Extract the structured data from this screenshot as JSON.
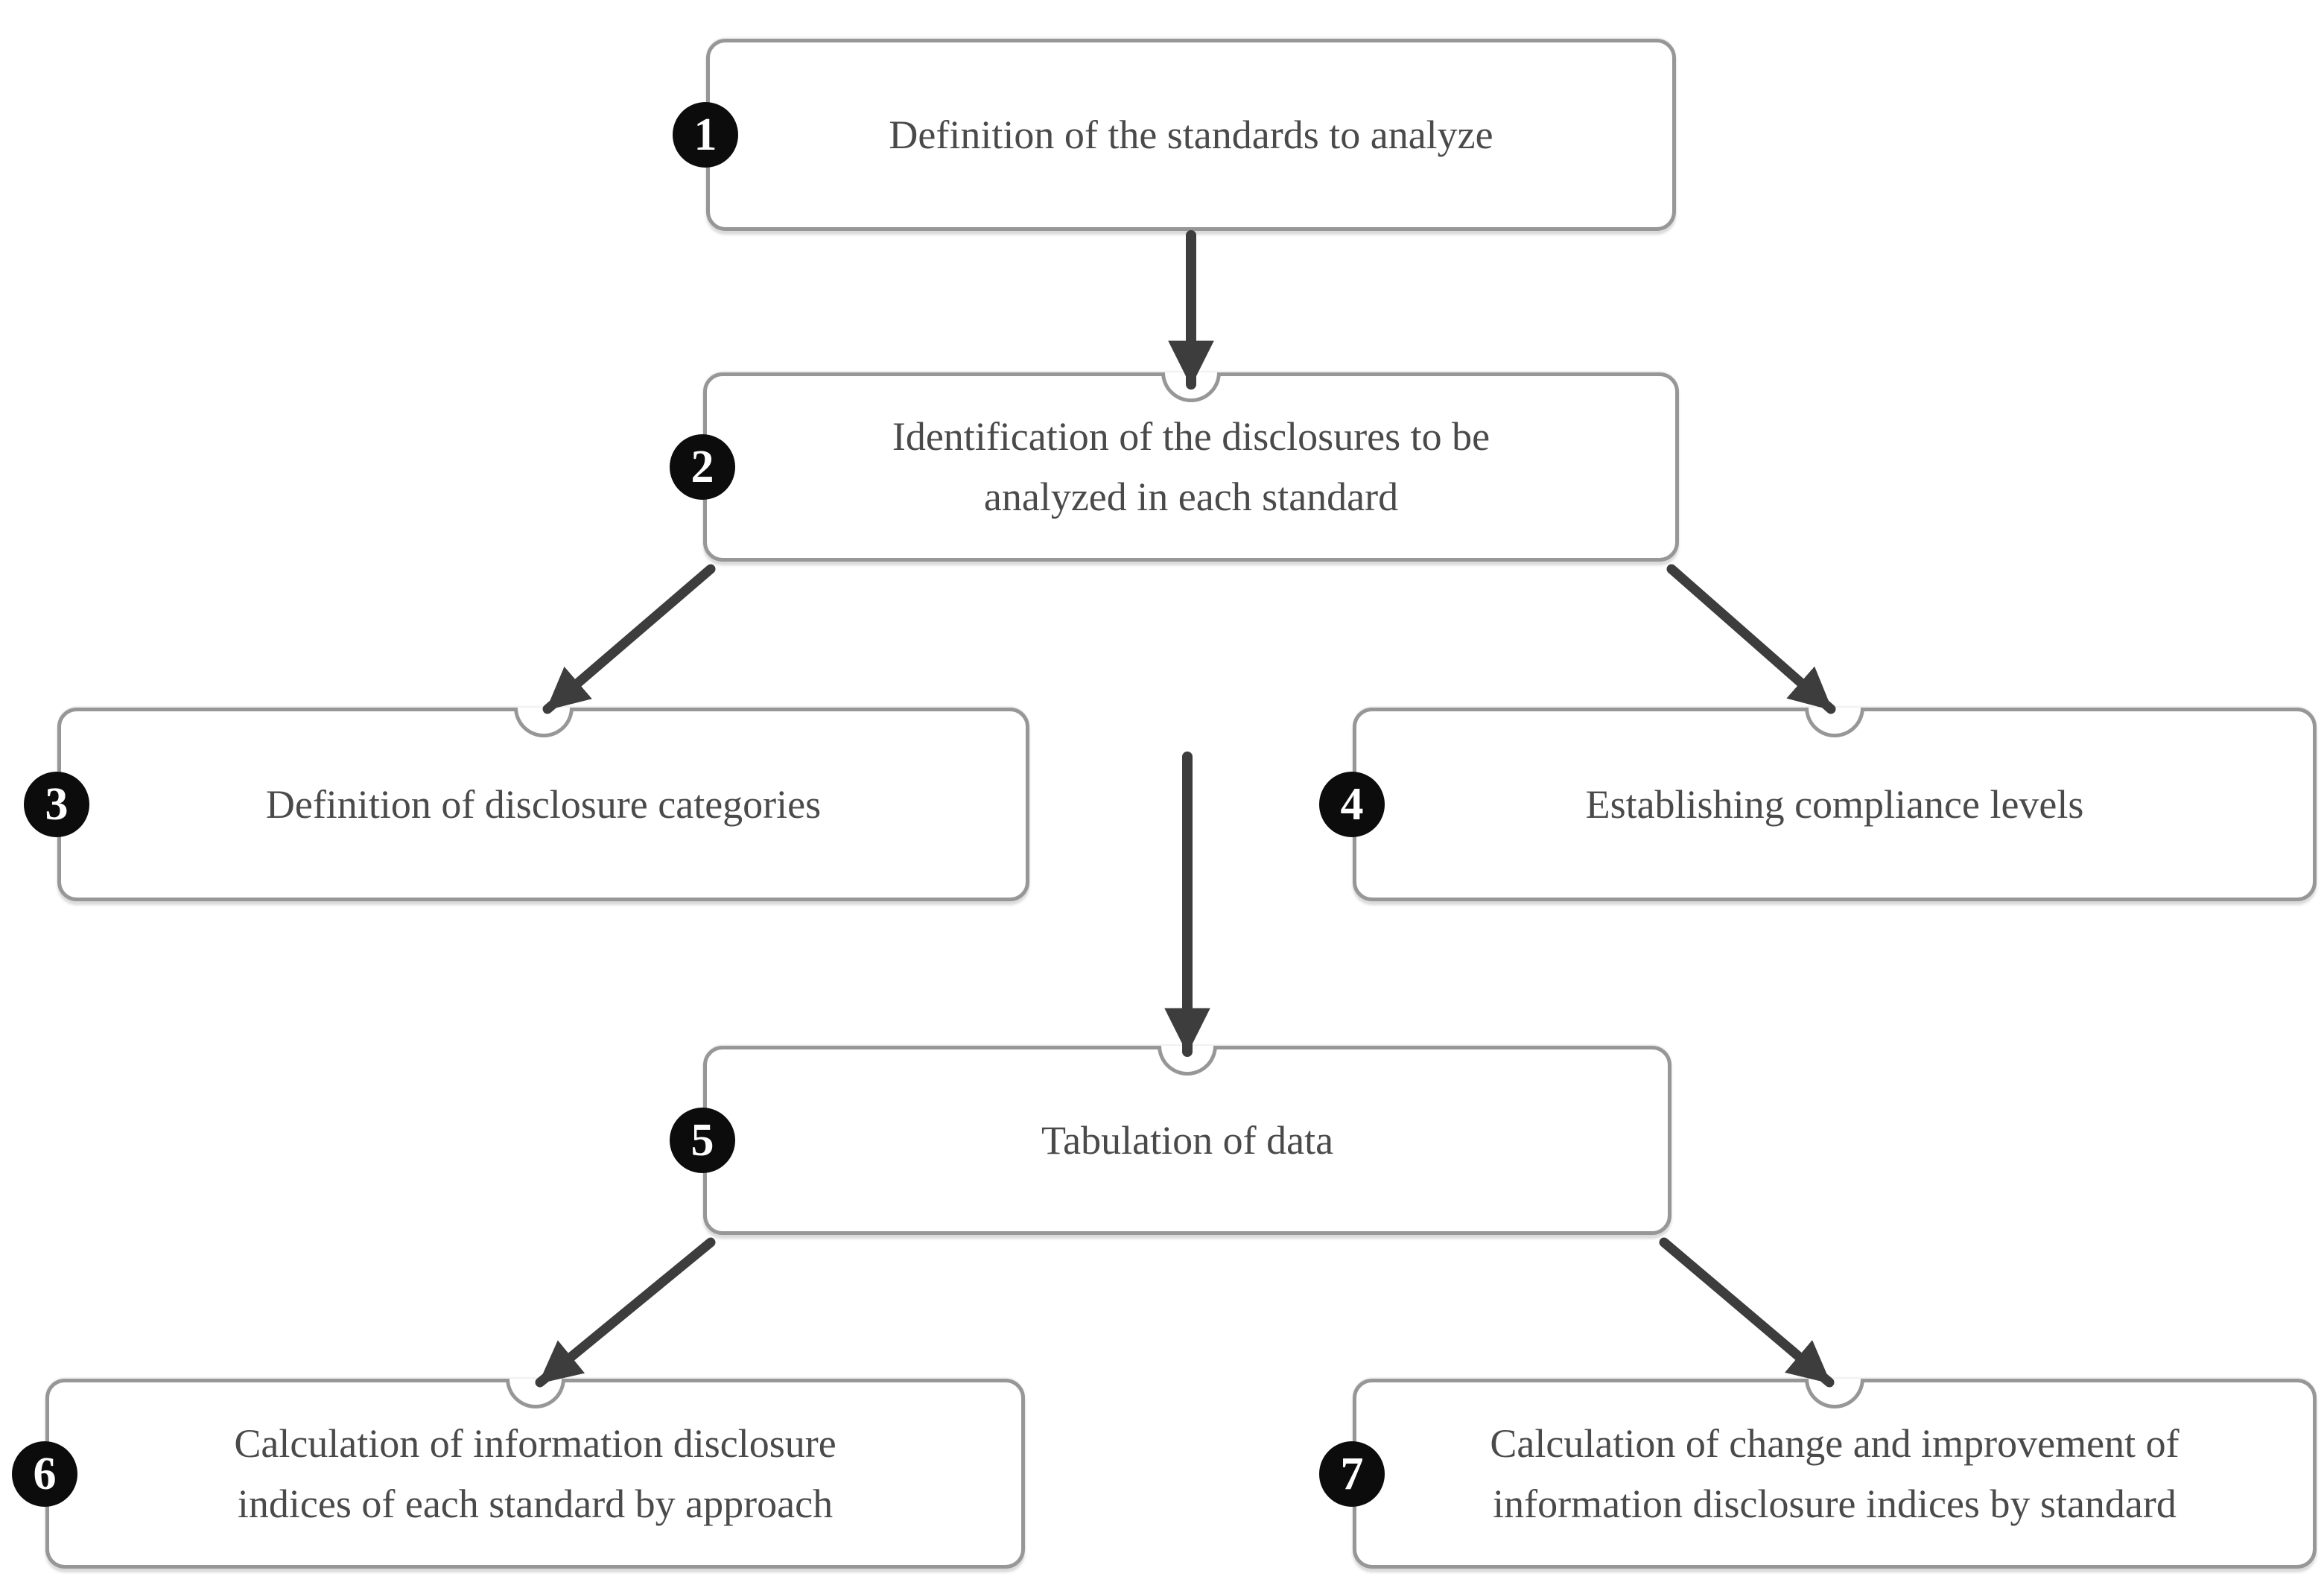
{
  "diagram": {
    "type": "flowchart",
    "background": "#ffffff",
    "boxes": [
      {
        "number": "1",
        "lines": [
          "Definition of the standards to analyze"
        ]
      },
      {
        "number": "2",
        "lines": [
          "Identification of the disclosures to be",
          "analyzed in each standard"
        ]
      },
      {
        "number": "3",
        "lines": [
          "Definition of disclosure categories"
        ]
      },
      {
        "number": "4",
        "lines": [
          "Establishing compliance levels"
        ]
      },
      {
        "number": "5",
        "lines": [
          "Tabulation of data"
        ]
      },
      {
        "number": "6",
        "lines": [
          "Calculation of information disclosure",
          "indices of each standard by approach"
        ]
      },
      {
        "number": "7",
        "lines": [
          "Calculation of change and improvement of",
          "information disclosure indices by standard"
        ]
      }
    ],
    "edges": [
      {
        "from": "1",
        "to": "2"
      },
      {
        "from": "2",
        "to": "3"
      },
      {
        "from": "2",
        "to": "4"
      },
      {
        "from": "2",
        "to": "5"
      },
      {
        "from": "5",
        "to": "6"
      },
      {
        "from": "5",
        "to": "7"
      }
    ],
    "colors": {
      "box_border": "#979797",
      "box_text": "#4a4a4a",
      "badge_background": "#0c0c0c",
      "badge_text": "#ffffff",
      "arrow": "#3d3d3d"
    }
  }
}
